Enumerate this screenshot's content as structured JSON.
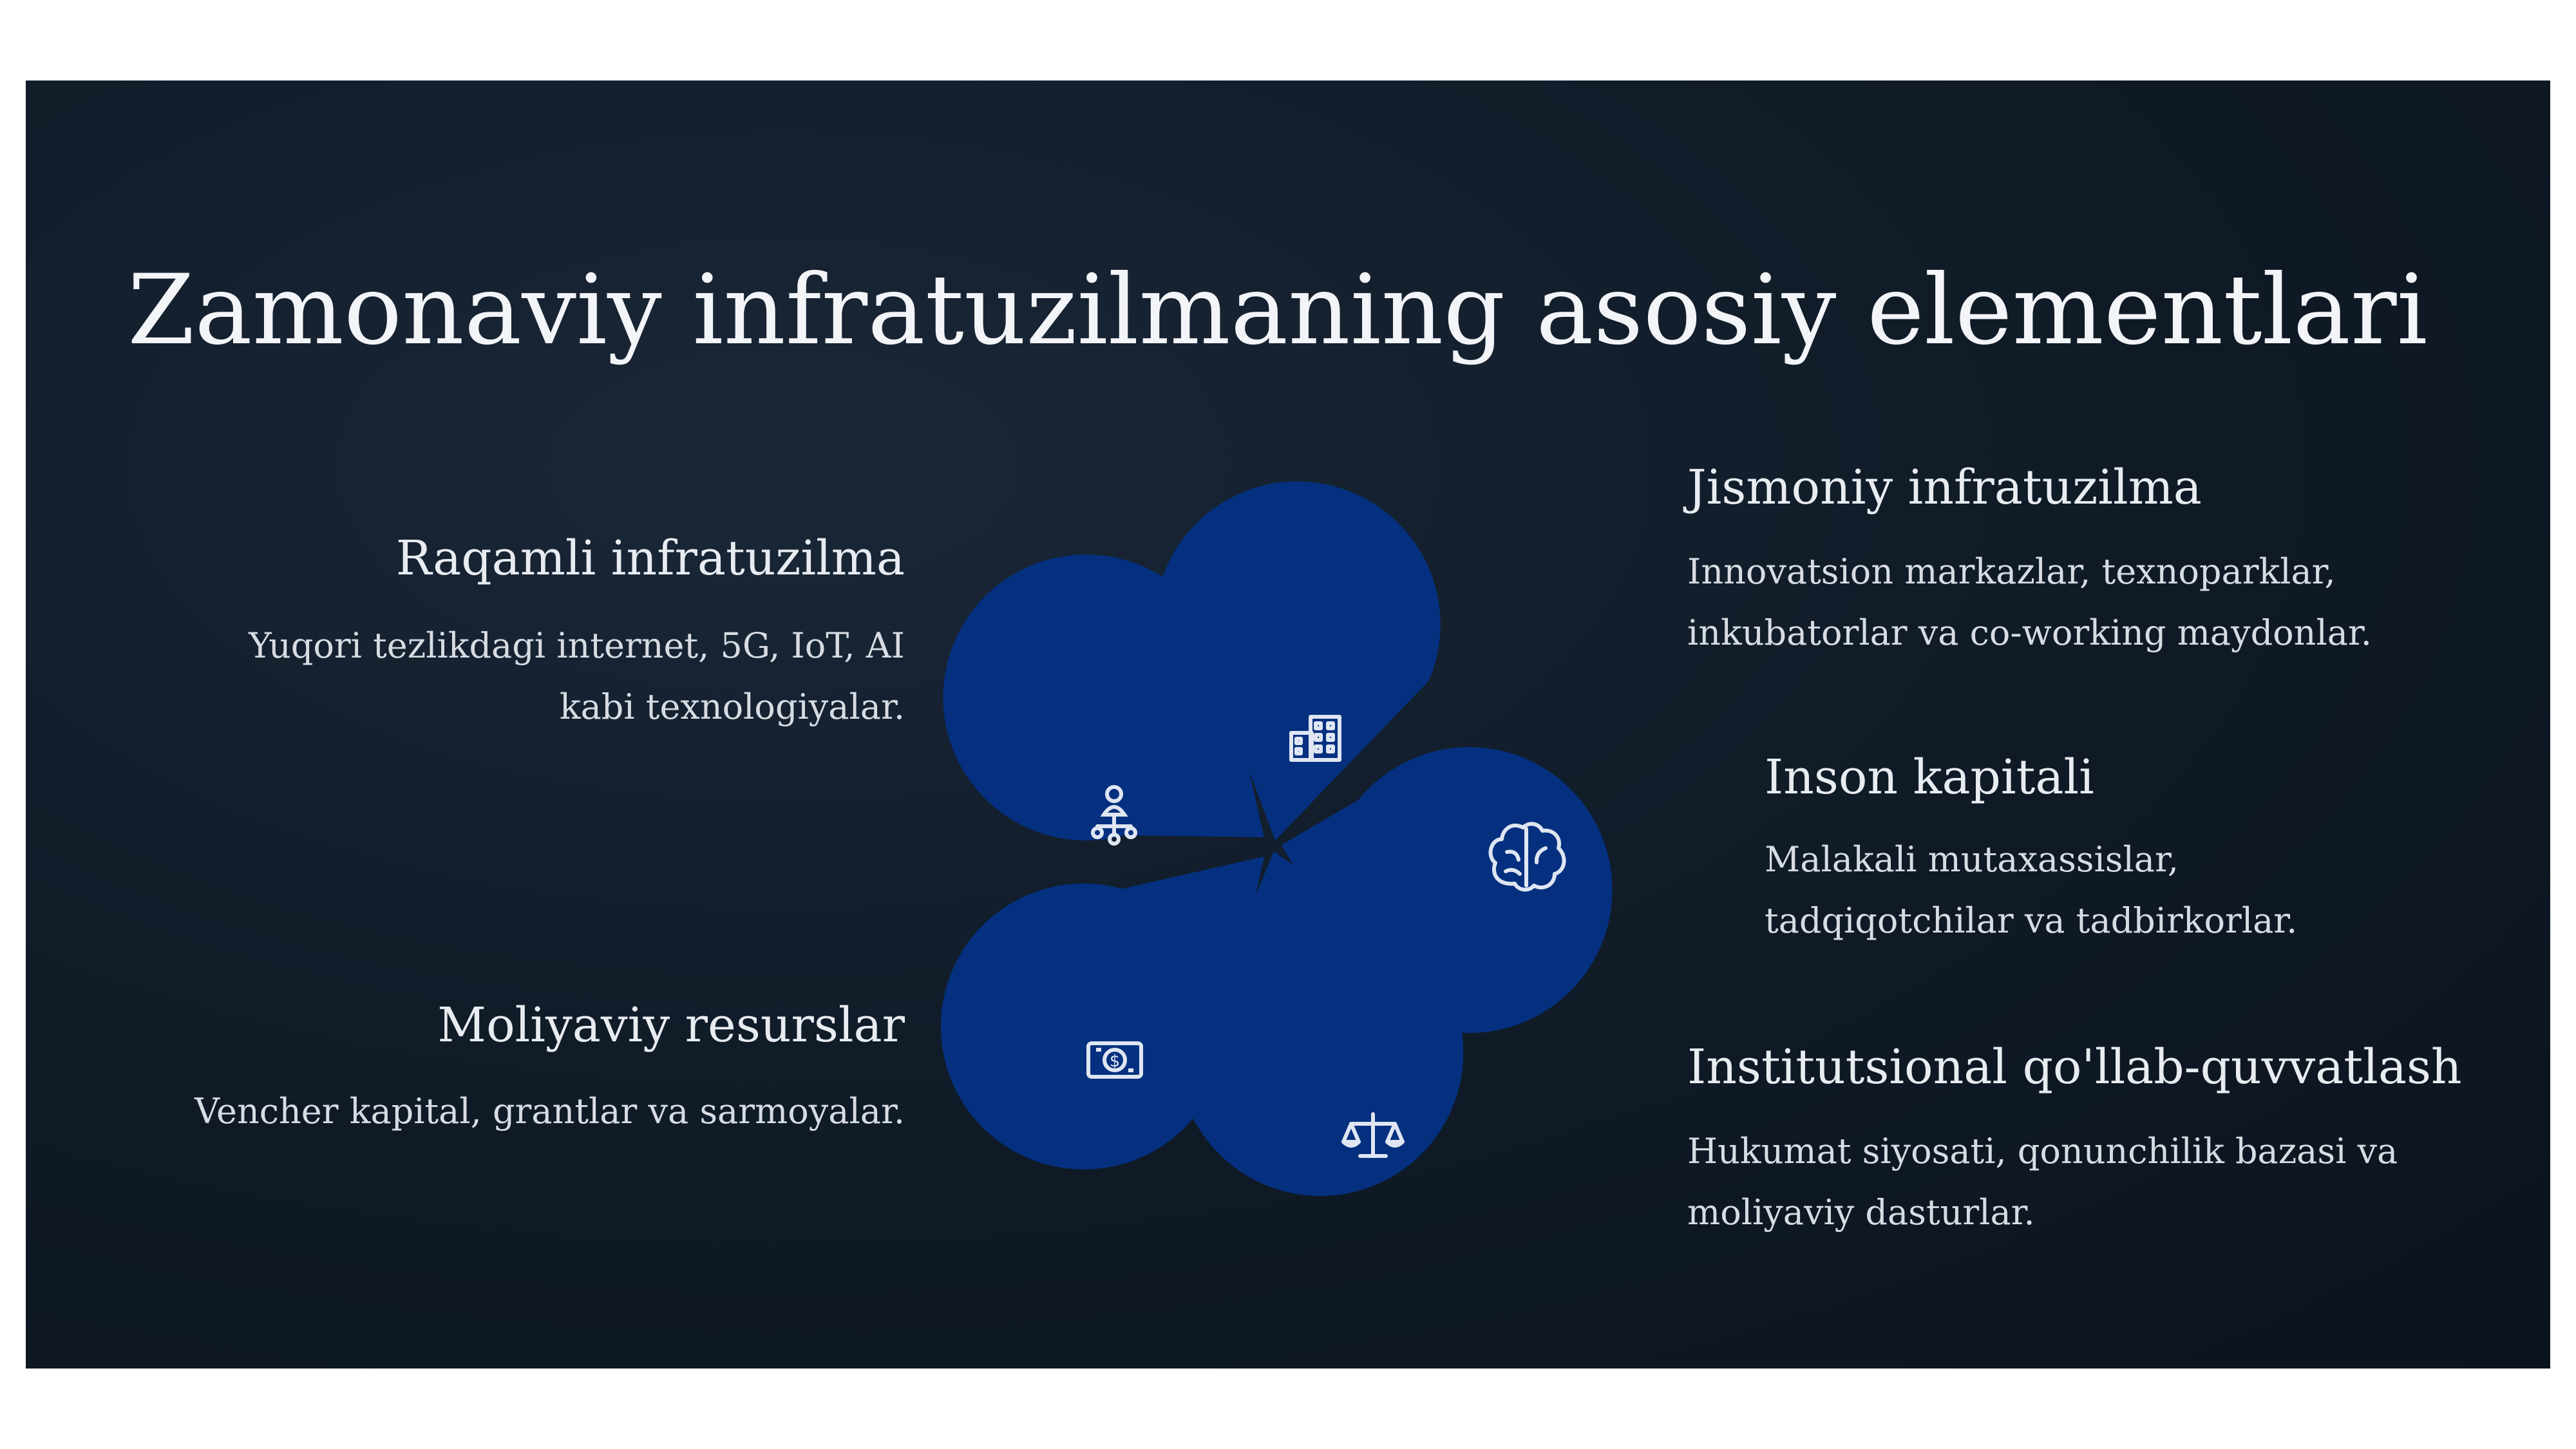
{
  "title": "Zamonaviy infratuzilmaning asosiy elementlari",
  "colors": {
    "background": "#0f1a26",
    "petal": "#04307f",
    "icon_stroke": "#dfe6f2",
    "text": "#e8ecf1"
  },
  "items": [
    {
      "title": "Jismoniy infratuzilma",
      "description": "Innovatsion markazlar, texnoparklar, inkubatorlar va co-working maydonlar.",
      "icon": "buildings-icon"
    },
    {
      "title": "Inson kapitali",
      "description": "Malakali mutaxassislar, tadqiqotchilar va tadbirkorlar.",
      "icon": "brain-icon"
    },
    {
      "title": "Institutsional qo'llab-quvvatlash",
      "description": "Hukumat siyosati, qonunchilik bazasi va moliyaviy dasturlar.",
      "icon": "scales-icon"
    },
    {
      "title": "Moliyaviy resurslar",
      "description": "Vencher kapital, grantlar va sarmoyalar.",
      "icon": "money-icon"
    },
    {
      "title": "Raqamli infratuzilma",
      "description": "Yuqori tezlikdagi internet, 5G, IoT, AI kabi texnologiyalar.",
      "icon": "network-person-icon"
    }
  ]
}
